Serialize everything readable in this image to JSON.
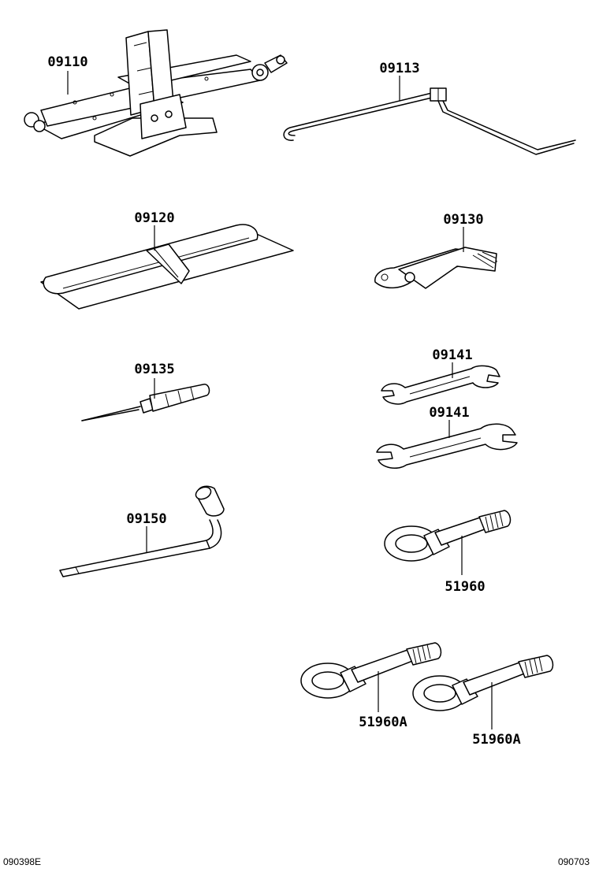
{
  "parts": [
    {
      "id": "jack",
      "label": "09110"
    },
    {
      "id": "jack-handle",
      "label": "09113"
    },
    {
      "id": "tool-bag",
      "label": "09120"
    },
    {
      "id": "pliers",
      "label": "09130"
    },
    {
      "id": "screwdriver",
      "label": "09135"
    },
    {
      "id": "wrench-small",
      "label": "09141"
    },
    {
      "id": "wrench-large",
      "label": "09141"
    },
    {
      "id": "hub-nut-wrench",
      "label": "09150"
    },
    {
      "id": "towing-eye",
      "label": "51960"
    },
    {
      "id": "towing-eye-a-left",
      "label": "51960A"
    },
    {
      "id": "towing-eye-a-right",
      "label": "51960A"
    }
  ],
  "footer": {
    "left_code": "090398E",
    "right_code": "090703"
  }
}
